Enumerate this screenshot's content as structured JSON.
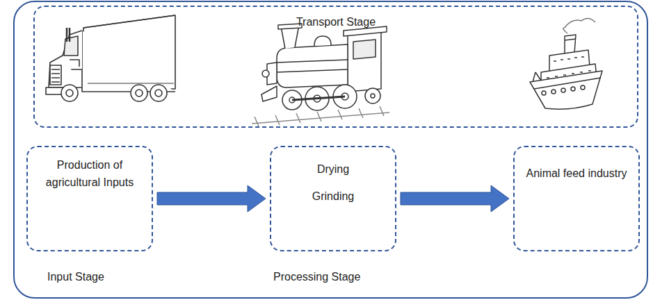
{
  "diagram": {
    "nodes": [
      {
        "text": [
          "Transport Stage"
        ]
      },
      {
        "text": [
          "Production of agricultural Inputs"
        ]
      },
      {
        "text": [
          "Drying",
          "Grinding"
        ]
      },
      {
        "text": [
          "Animal feed industry"
        ]
      }
    ],
    "edges": [
      {
        "from": 1,
        "to": 2,
        "arrow": "to"
      },
      {
        "from": 2,
        "to": 3,
        "arrow": "to"
      }
    ],
    "labels": [
      "Input Stage",
      "Processing Stage"
    ]
  }
}
